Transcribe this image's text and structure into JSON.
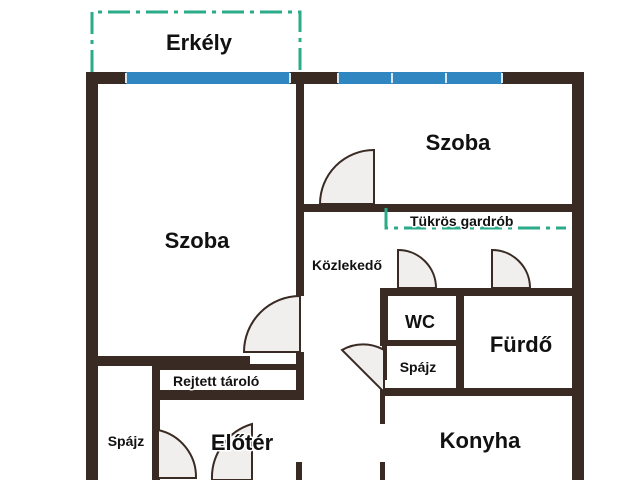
{
  "colors": {
    "wall": "#3a2a24",
    "window": "#2f86c0",
    "window_frame": "#dbe7ef",
    "balcony_outline": "#2bab8a",
    "door_fill": "#f1efee",
    "door_stroke": "#3a2a24",
    "text": "#111111",
    "background": "#ffffff"
  },
  "rooms": {
    "balcony": "Erkély",
    "room_left": "Szoba",
    "room_right": "Szoba",
    "wardrobe": "Tükrös gardrób",
    "corridor": "Közlekedő",
    "wc": "WC",
    "bathroom": "Fürdő",
    "pantry_right": "Spájz",
    "hidden_storage": "Rejtett tároló",
    "pantry_left": "Spájz",
    "hall": "Előtér",
    "kitchen": "Konyha"
  }
}
